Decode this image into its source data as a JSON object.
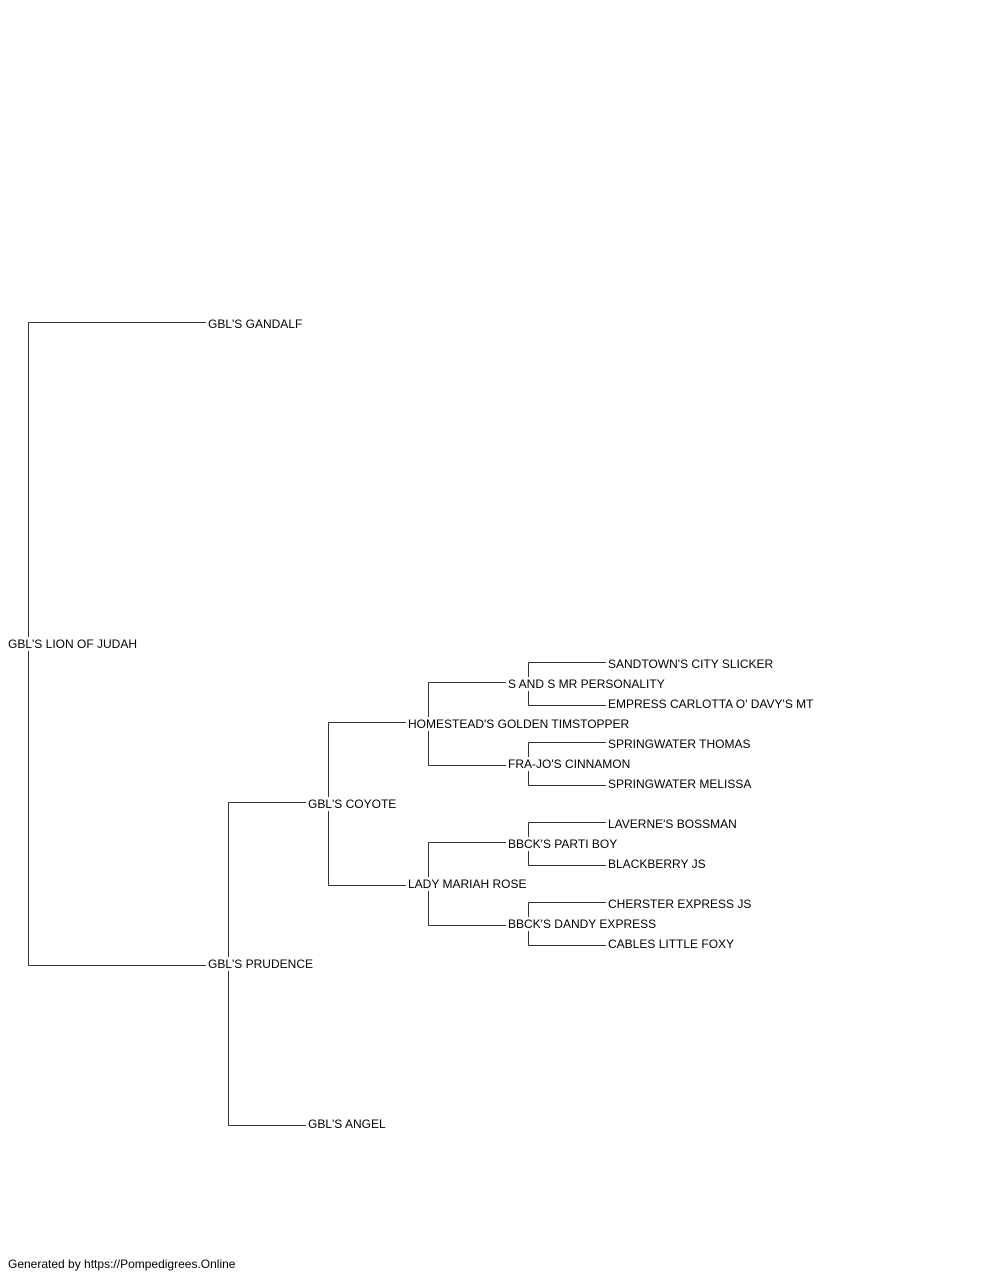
{
  "pedigree": {
    "subject": "GBL'S LION OF JUDAH",
    "sire": "GBL'S GANDALF",
    "dam": "GBL'S PRUDENCE",
    "dam_sire": "GBL'S COYOTE",
    "dam_dam": "GBL'S ANGEL",
    "dam_sire_sire": "HOMESTEAD'S GOLDEN TIMSTOPPER",
    "dam_sire_dam": "LADY MARIAH ROSE",
    "dam_sire_sire_sire": "S AND S MR PERSONALITY",
    "dam_sire_sire_dam": "FRA-JO'S CINNAMON",
    "dam_sire_dam_sire": "BBCK'S PARTI BOY",
    "dam_sire_dam_dam": "BBCK'S DANDY EXPRESS",
    "g5": [
      "SANDTOWN'S CITY SLICKER",
      "EMPRESS CARLOTTA O' DAVY'S MT",
      "SPRINGWATER THOMAS",
      "SPRINGWATER MELISSA",
      "LAVERNE'S BOSSMAN",
      "BLACKBERRY JS",
      "CHERSTER EXPRESS JS",
      "CABLES LITTLE FOXY"
    ]
  },
  "footer": "Generated by https://Pompedigrees.Online",
  "colors": {
    "line": "#333333",
    "text": "#000000",
    "background": "#ffffff"
  }
}
